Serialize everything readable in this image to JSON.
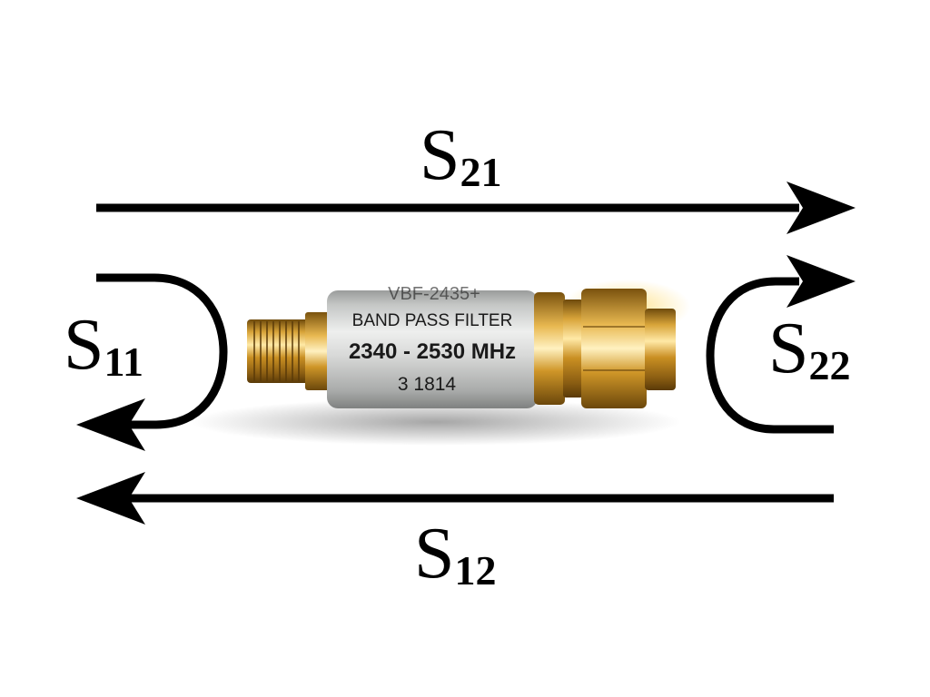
{
  "params": {
    "s21": {
      "letter": "S",
      "sub": "21"
    },
    "s12": {
      "letter": "S",
      "sub": "12"
    },
    "s11": {
      "letter": "S",
      "sub": "11"
    },
    "s22": {
      "letter": "S",
      "sub": "22"
    }
  },
  "filter": {
    "label_top": "VBF-2435+",
    "label_type": "BAND PASS FILTER",
    "label_freq": "2340 - 2530 MHz",
    "label_lot": "3 1814"
  },
  "colors": {
    "arrow": "#000000",
    "body": "#c9cbca",
    "gold": "#c99a2a",
    "background": "#ffffff"
  }
}
